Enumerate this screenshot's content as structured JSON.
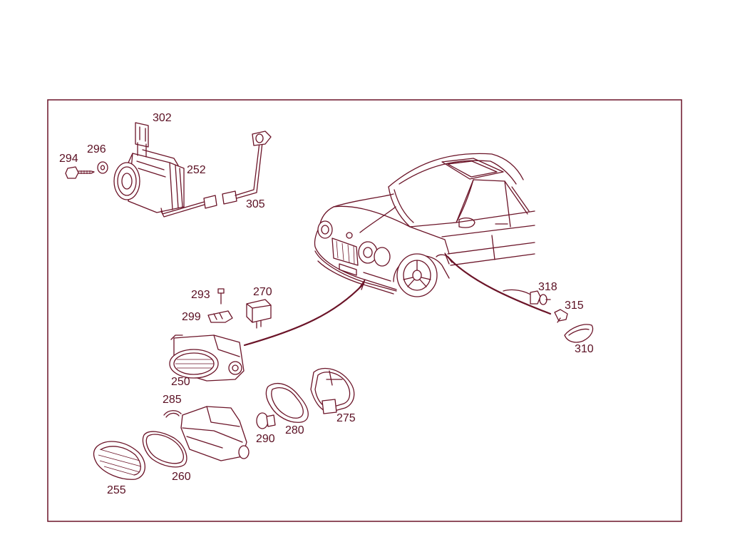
{
  "diagram": {
    "colors": {
      "line": "#6b1428",
      "label": "#5a0f22",
      "background": "#ffffff"
    },
    "parts": [
      {
        "id": "p302",
        "number": "302"
      },
      {
        "id": "p294",
        "number": "294"
      },
      {
        "id": "p296",
        "number": "296"
      },
      {
        "id": "p252",
        "number": "252"
      },
      {
        "id": "p305",
        "number": "305"
      },
      {
        "id": "p293",
        "number": "293"
      },
      {
        "id": "p270",
        "number": "270"
      },
      {
        "id": "p299",
        "number": "299"
      },
      {
        "id": "p318",
        "number": "318"
      },
      {
        "id": "p315",
        "number": "315"
      },
      {
        "id": "p310",
        "number": "310"
      },
      {
        "id": "p250",
        "number": "250"
      },
      {
        "id": "p285",
        "number": "285"
      },
      {
        "id": "p290",
        "number": "290"
      },
      {
        "id": "p280",
        "number": "280"
      },
      {
        "id": "p275",
        "number": "275"
      },
      {
        "id": "p260",
        "number": "260"
      },
      {
        "id": "p255",
        "number": "255"
      }
    ]
  }
}
